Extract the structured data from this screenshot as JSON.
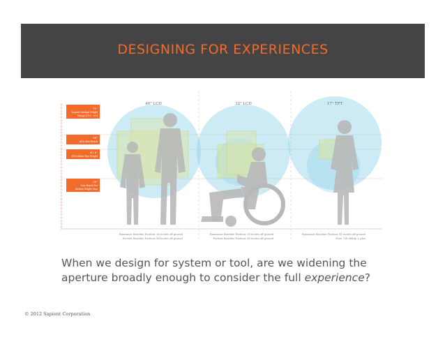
{
  "slide": {
    "title": "DESIGNING FOR EXPERIENCES",
    "copyright": "© 2012 Sapient Corporation"
  },
  "screens": [
    {
      "label": "46\" LCD",
      "note1": "Panoramic Baseline Position: 50 inches off ground",
      "note2": "Portrait Baseline Position: 44 inches off ground"
    },
    {
      "label": "32\" LCD",
      "note1": "Panoramic Baseline Position: 50 inches off ground",
      "note2": "Portrait Baseline Position: 46 inches off ground"
    },
    {
      "label": "17\" TFT",
      "note1": "Panoramic Baseline Position: 41 inches off ground",
      "note2": "Note: Tilt ability ± plus"
    }
  ],
  "height_markers": [
    {
      "value": "72\"",
      "line1": "Sapient Median Height",
      "line2": "Range (5'10 - 6'2)"
    },
    {
      "value": "58\"",
      "line1": "ADA Max Reach",
      "line2": ""
    },
    {
      "value": "47.5\"",
      "line1": "Wheelchair Eye Height",
      "line2": ""
    },
    {
      "value": "30\"",
      "line1": "Low Reach For",
      "line2": "Median Height Man"
    }
  ],
  "caption": {
    "text": "When we design for system or tool, are we widening the aperture broadly enough to consider the full ",
    "emphasis": "experience",
    "end": "?"
  },
  "colors": {
    "banner_bg": "#444444",
    "accent": "#f26b2a",
    "circle": "#8fd3e8",
    "figure": "#b8b8b8",
    "screen_fill": "#d9e4a6"
  },
  "icons": [
    "standing-adult-icon",
    "child-icon",
    "wheelchair-user-icon",
    "standing-woman-icon"
  ]
}
